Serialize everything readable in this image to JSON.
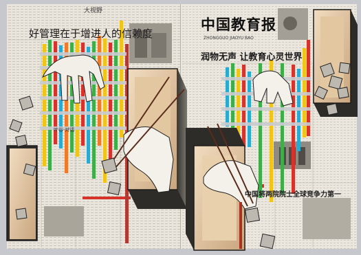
{
  "artwork": {
    "left_page": {
      "masthead": "大视野",
      "headline": "好管理在于增进人的信赖度",
      "subhead": "叶谷·对话"
    },
    "right_page": {
      "masthead": "中国教育报",
      "masthead_roman": "ZHONGGUO JIAOYU BAO",
      "headline": "润物无声 让教育心灵世界",
      "lower_headline": "中国将两院院士全球竞争力第一"
    },
    "palette": {
      "paper": "#e9e5dc",
      "ink": "#1a1a1a",
      "red": "#d8332b",
      "green": "#3fae4a",
      "yellow": "#f0c419",
      "cyan": "#2ba9d1",
      "orange": "#ee7a2a",
      "blue_grey": "#8fa7bf"
    }
  }
}
